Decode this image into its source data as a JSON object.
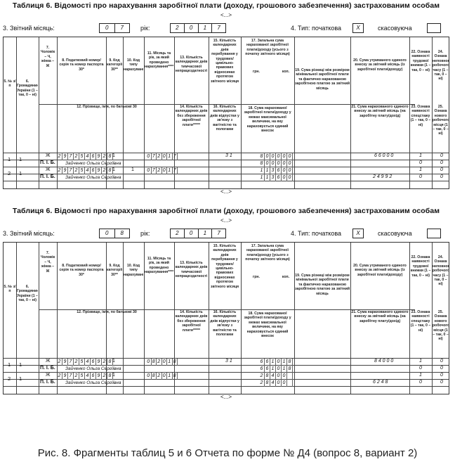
{
  "blocks": [
    {
      "title": "Таблиця 6. Відомості про нарахування заробітної плати (доходу, грошового забезпечення) застрахованим особам",
      "dots": "<...>",
      "month_label": "3. Звітний місяць:",
      "month": [
        "0",
        "7"
      ],
      "year_label": "рік:",
      "year": [
        "2",
        "0",
        "1",
        "7"
      ],
      "type_label": "4. Тип: початкова",
      "type_mark": "X",
      "cancel_label": "скасовуюча",
      "headers": {
        "c5": "5. № з/п",
        "c6": "6. Громадянин України (1 – так, 0 – ні)",
        "c7": "7. Чоловік – Ч, жінка – Ж",
        "c8": "8. Податковий номер/серія та номер паспорта 30*",
        "c9": "9. Код категорії 30**",
        "c10": "10. Код типу нарахувань***",
        "c11": "11. Місяць та рік, за який проведено нарахування****",
        "c13": "13. Кількість календарних днів тимчасової непрацездатності",
        "c15": "15. Кількість календарних днів перебування у трудових/цивільно-правових відносинах протягом звітного місяця",
        "c17": "17. Загальна сума нарахованої заробітної плати/доходу (усього з початку звітного місяця)",
        "c19": "19. Сума різниці між розміром мінімальної заробітної плати та фактично нарахованою заробітною платою за звітний місяць",
        "c20": "20. Сума утриманого єдиного внеску за звітний місяць (із заробітної плати/доходу)",
        "c22": "22. Ознака наявності трудової книжки (1 – так, 0 – ні)",
        "c24": "24. Ознака неповного робочого часу (1 – так, 0 – ні)",
        "c12": "12. Прізвище, ім'я, по батькові 30",
        "c14": "14. Кількість календарних днів без збереження заробітної плати*****",
        "c16": "16. Кількість календарних днів відпустки у зв'язку з вагітністю та пологами",
        "c18": "18. Сума нарахованої заробітної плати/доходу у межах максимальної величини, на яку нараховується єдиний внесок",
        "c21": "21. Сума нарахованого єдиного внеску за звітний місяць (на заробітну плату/дохід)",
        "c23": "23. Ознака наявності спецстажу (1 – так, 0 – ні)",
        "c25": "25. Ознака нового робочого місця (1 – так, 0 – ні)",
        "grn": "грн.",
        "kop": "коп."
      },
      "rows": [
        {
          "num": "1",
          "citizen": "1",
          "sex": "Ж",
          "tax": [
            "2",
            "9",
            "7",
            "2",
            "5",
            "4",
            "6",
            "9",
            "2",
            "8"
          ],
          "cat": "1",
          "type": "",
          "month_year": [
            "0",
            "7",
            "2",
            "0",
            "1",
            "7"
          ],
          "days": "3 1",
          "sum17": [
            "8",
            "0",
            "0",
            "0",
            "0",
            "0"
          ],
          "sum18": [
            "8",
            "0",
            "0",
            "0",
            "0",
            "0"
          ],
          "v20": "6 6 0 0 0",
          "v21": "",
          "f22": "1",
          "f23": "0",
          "f24": "0",
          "f25": "0",
          "pib": "П. І. Б.",
          "name": "Зайченко Ольга Сергіївна"
        },
        {
          "num": "2",
          "citizen": "1",
          "sex": "Ж",
          "tax": [
            "2",
            "9",
            "7",
            "2",
            "5",
            "4",
            "6",
            "9",
            "2",
            "8"
          ],
          "cat": "1",
          "type": "1",
          "month_year": [
            "0",
            "7",
            "2",
            "0",
            "1",
            "7"
          ],
          "days": "",
          "sum17": [
            "1",
            "1",
            "3",
            "6",
            "0",
            "0"
          ],
          "sum18": [
            "1",
            "1",
            "3",
            "6",
            "0",
            "0"
          ],
          "v20": "",
          "v21": "2 4 9 9 2",
          "f22": "1",
          "f23": "0",
          "f24": "0",
          "f25": "0",
          "pib": "П. І. Б.",
          "name": "Зайченко Ольга Сергіївна"
        }
      ]
    },
    {
      "title": "Таблиця 6. Відомості про нарахування заробітної плати (доходу, грошового забезпечення) застрахованим особам",
      "dots": "<...>",
      "month_label": "3. Звітний місяць:",
      "month": [
        "0",
        "8"
      ],
      "year_label": "рік:",
      "year": [
        "2",
        "0",
        "1",
        "7"
      ],
      "type_label": "4. Тип: початкова",
      "type_mark": "X",
      "cancel_label": "скасовуюча",
      "headers": {
        "c5": "5. № з/п",
        "c6": "6. Громадянин України (1 – так, 0 – ні)",
        "c7": "7. Чоловік – Ч, жінка – Ж",
        "c8": "8. Податковий номер/серія та номер паспорта 30*",
        "c9": "9. Код категорії 30**",
        "c10": "10. Код типу нарахувань***",
        "c11": "11. Місяць та рік, за який проведено нарахування****",
        "c13": "13. Кількість календарних днів тимчасової непрацездатності",
        "c15": "15. Кількість календарних днів перебування у трудових/цивільно-правових відносинах протягом звітного місяця",
        "c17": "17. Загальна сума нарахованої заробітної плати/доходу (усього з початку звітного місяця)",
        "c19": "19. Сума різниці між розміром мінімальної заробітної плати та фактично нарахованою заробітною платою за звітний місяць",
        "c20": "20. Сума утриманого єдиного внеску за звітний місяць (із заробітної плати/доходу)",
        "c22": "22. Ознака наявності трудової книжки (1 – так, 0 – ні)",
        "c24": "24. Ознака неповного робочого часу (1 – так, 0 – ні)",
        "c12": "12. Прізвище, ім'я, по батькові 30",
        "c14": "14. Кількість календарних днів без збереження заробітної плати*****",
        "c16": "16. Кількість календарних днів відпустки у зв'язку з вагітністю та пологами",
        "c18": "18. Сума нарахованої заробітної плати/доходу у межах максимальної величини, на яку нараховується єдиний внесок",
        "c21": "21. Сума нарахованого єдиного внеску за звітний місяць (на заробітну плату/дохід)",
        "c23": "23. Ознака наявності спецстажу (1 – так, 0 – ні)",
        "c25": "25. Ознака нового робочого місця (1 – так, 0 – ні)",
        "grn": "грн.",
        "kop": "коп."
      },
      "rows": [
        {
          "num": "1",
          "citizen": "1",
          "sex": "Ж",
          "tax": [
            "2",
            "9",
            "7",
            "2",
            "5",
            "4",
            "6",
            "9",
            "2",
            "8"
          ],
          "cat": "1",
          "type": "",
          "month_year": [
            "0",
            "8",
            "2",
            "0",
            "1",
            "8"
          ],
          "days": "3 1",
          "sum17": [
            "6",
            "6",
            "1",
            "0",
            "1",
            "8"
          ],
          "sum18": [
            "6",
            "6",
            "1",
            "0",
            "1",
            "8"
          ],
          "v20": "8 4 0 0 0",
          "v21": "",
          "f22": "1",
          "f23": "0",
          "f24": "0",
          "f25": "0",
          "pib": "П. І. Б.",
          "name": "Зайченко Ольга Сергіївна"
        },
        {
          "num": "2",
          "citizen": "1",
          "sex": "Ж",
          "tax": [
            "2",
            "9",
            "7",
            "2",
            "5",
            "4",
            "6",
            "9",
            "2",
            "8"
          ],
          "cat": "1",
          "type": "",
          "month_year": [
            "0",
            "8",
            "2",
            "0",
            "1",
            "8"
          ],
          "days": "",
          "sum17": [
            "2",
            "8",
            "4",
            "0",
            "0",
            ""
          ],
          "sum18": [
            "2",
            "8",
            "4",
            "0",
            "0",
            ""
          ],
          "v20": "",
          "v21": "6 2 4 8",
          "f22": "1",
          "f23": "0",
          "f24": "0",
          "f25": "0",
          "pib": "П. І. Б.",
          "name": "Зайченко Ольга Сергіївна"
        }
      ]
    }
  ],
  "caption": "Рис. 8. Фрагменты таблиц 5 и 6 Отчета по форме № Д4 (вопрос 8, вариант 2)"
}
